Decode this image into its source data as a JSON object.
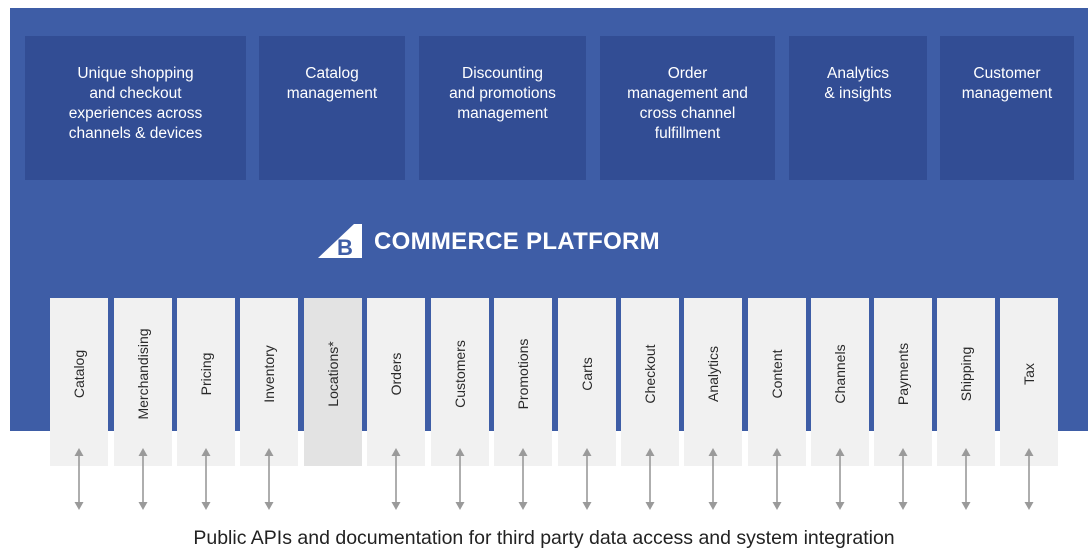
{
  "colors": {
    "panel": "#3e5da6",
    "capability_box": "#324d94",
    "service_box": "#f1f1f1",
    "service_box_highlight": "#e3e3e3",
    "arrow": "#9a9a9a",
    "footer_text": "#222222"
  },
  "capabilities": [
    {
      "label": "Unique shopping\nand checkout\nexperiences across\nchannels & devices"
    },
    {
      "label": "Catalog\nmanagement"
    },
    {
      "label": "Discounting\nand promotions\nmanagement"
    },
    {
      "label": "Order\nmanagement and\ncross channel\nfulfillment"
    },
    {
      "label": "Analytics\n& insights"
    },
    {
      "label": "Customer\nmanagement"
    }
  ],
  "platform": {
    "logo_icon": "bigcommerce-b-logo",
    "title": "COMMERCE PLATFORM"
  },
  "services": [
    {
      "label": "Catalog"
    },
    {
      "label": "Merchandising"
    },
    {
      "label": "Pricing"
    },
    {
      "label": "Inventory"
    },
    {
      "label": "Locations*",
      "highlight": true
    },
    {
      "label": "Orders"
    },
    {
      "label": "Customers"
    },
    {
      "label": "Promotions"
    },
    {
      "label": "Carts"
    },
    {
      "label": "Checkout"
    },
    {
      "label": "Analytics"
    },
    {
      "label": "Content"
    },
    {
      "label": "Channels"
    },
    {
      "label": "Payments"
    },
    {
      "label": "Shipping"
    },
    {
      "label": "Tax"
    }
  ],
  "arrow_icon": "double-headed-arrow-icon",
  "footer": "Public APIs and documentation for third party data access and system integration"
}
